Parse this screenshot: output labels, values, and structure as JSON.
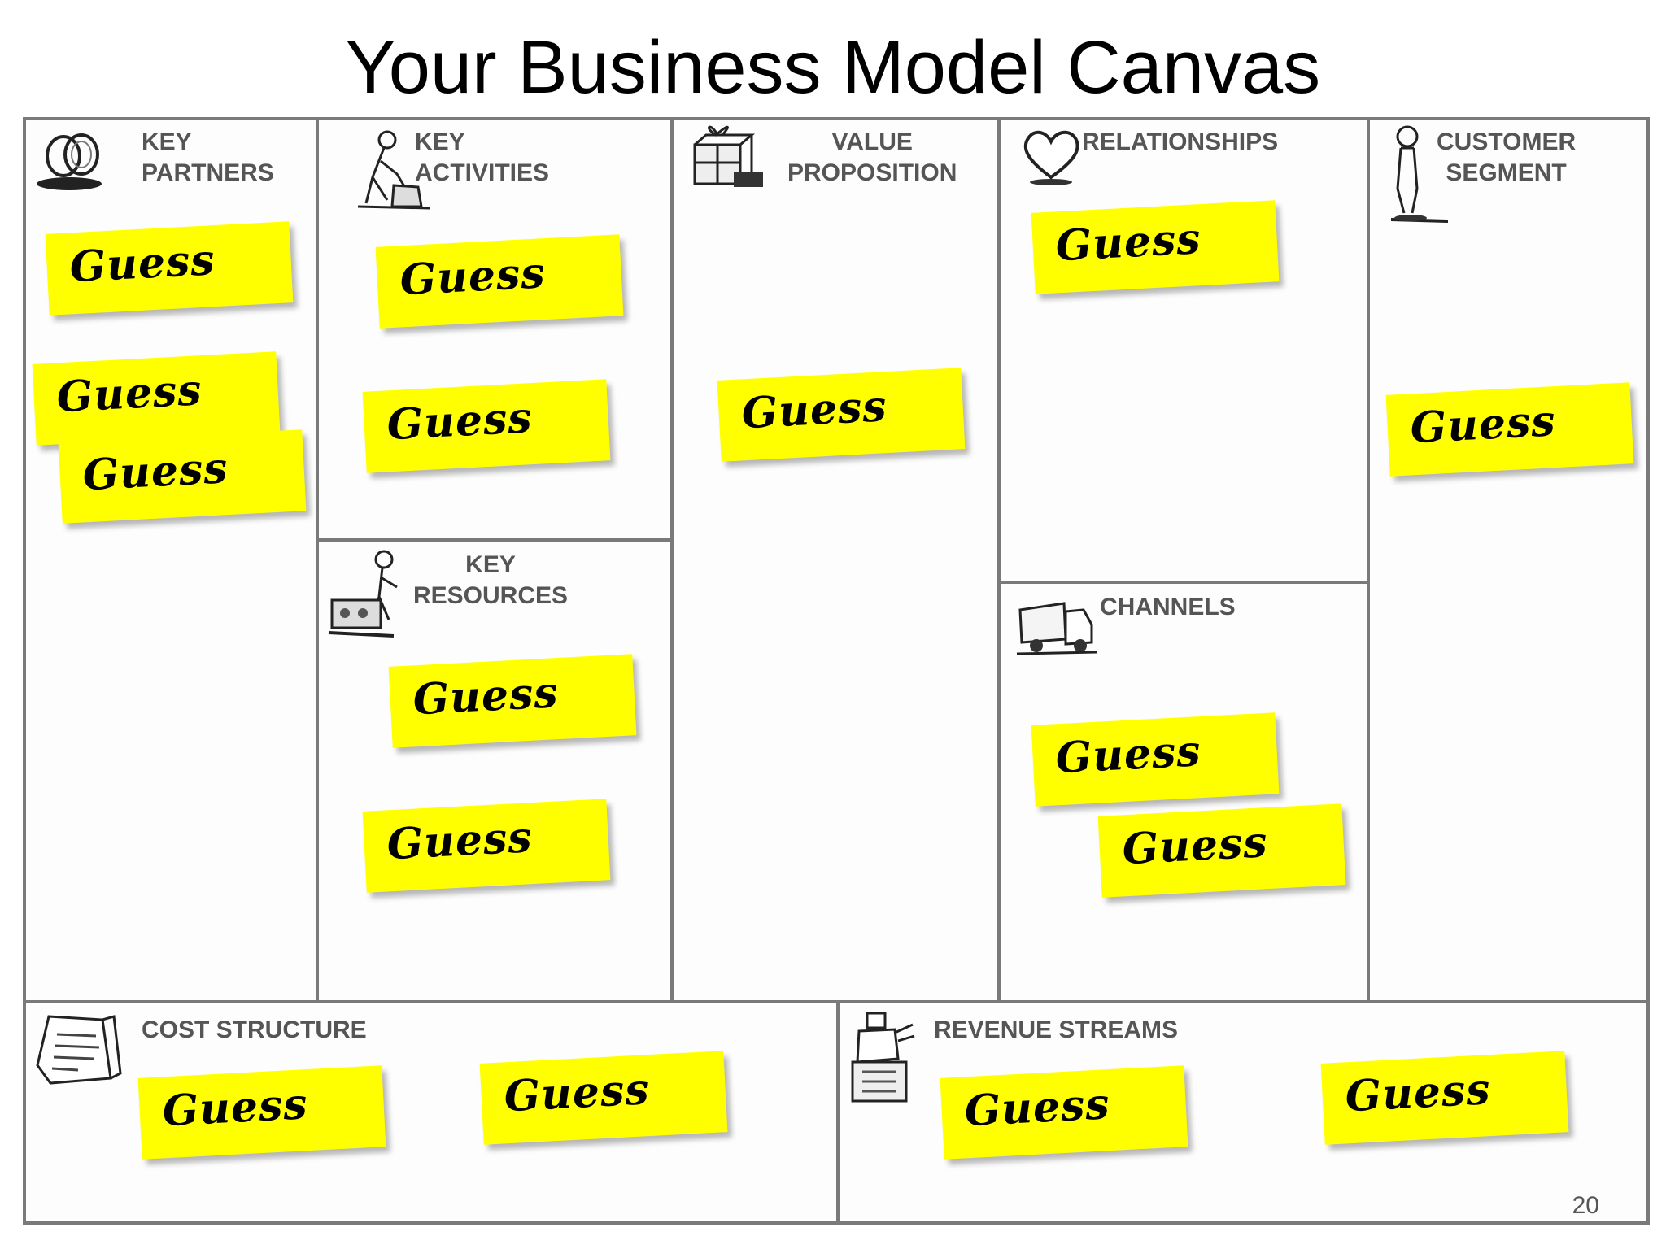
{
  "title": "Your Business Model Canvas",
  "sections": {
    "key_partners": "KEY\nPARTNERS",
    "key_activities": "KEY\nACTIVITIES",
    "value_proposition": "VALUE\nPROPOSITION",
    "relationships": "RELATIONSHIPS",
    "customer_segment": "CUSTOMER\nSEGMENT",
    "key_resources": "KEY\nRESOURCES",
    "channels": "CHANNELS",
    "cost_structure": "COST STRUCTURE",
    "revenue_streams": "REVENUE STREAMS"
  },
  "note_text": "Guess",
  "notes": {
    "key_partners": [
      "Guess",
      "Guess",
      "Guess"
    ],
    "key_activities": [
      "Guess",
      "Guess"
    ],
    "value_proposition": [
      "Guess"
    ],
    "relationships": [
      "Guess"
    ],
    "customer_segment": [
      "Guess"
    ],
    "key_resources": [
      "Guess",
      "Guess"
    ],
    "channels": [
      "Guess",
      "Guess"
    ],
    "cost_structure": [
      "Guess",
      "Guess"
    ],
    "revenue_streams": [
      "Guess",
      "Guess"
    ]
  },
  "icons": {
    "key_partners": "rings-icon",
    "key_activities": "worker-icon",
    "value_proposition": "gift-icon",
    "relationships": "heart-icon",
    "customer_segment": "person-icon",
    "key_resources": "machine-icon",
    "channels": "truck-icon",
    "cost_structure": "receipt-icon",
    "revenue_streams": "cash-register-icon"
  },
  "colors": {
    "note": "#ffff00",
    "border": "#7a7a7a",
    "label": "#555555"
  },
  "page_number": "20"
}
